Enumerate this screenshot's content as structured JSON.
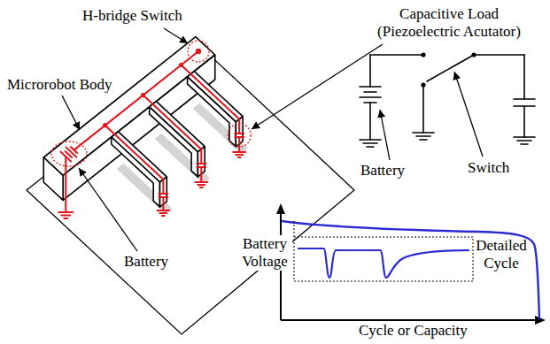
{
  "diagram": {
    "labels": [
      "H-bridge Switch",
      "Capacitive Load (Piezoelectric Acutator)",
      "Microrobot Body",
      "Battery",
      "Battery",
      "Switch",
      "Battery Voltage",
      "Detailed Cycle",
      "Cycle or Capacity"
    ]
  }
}
